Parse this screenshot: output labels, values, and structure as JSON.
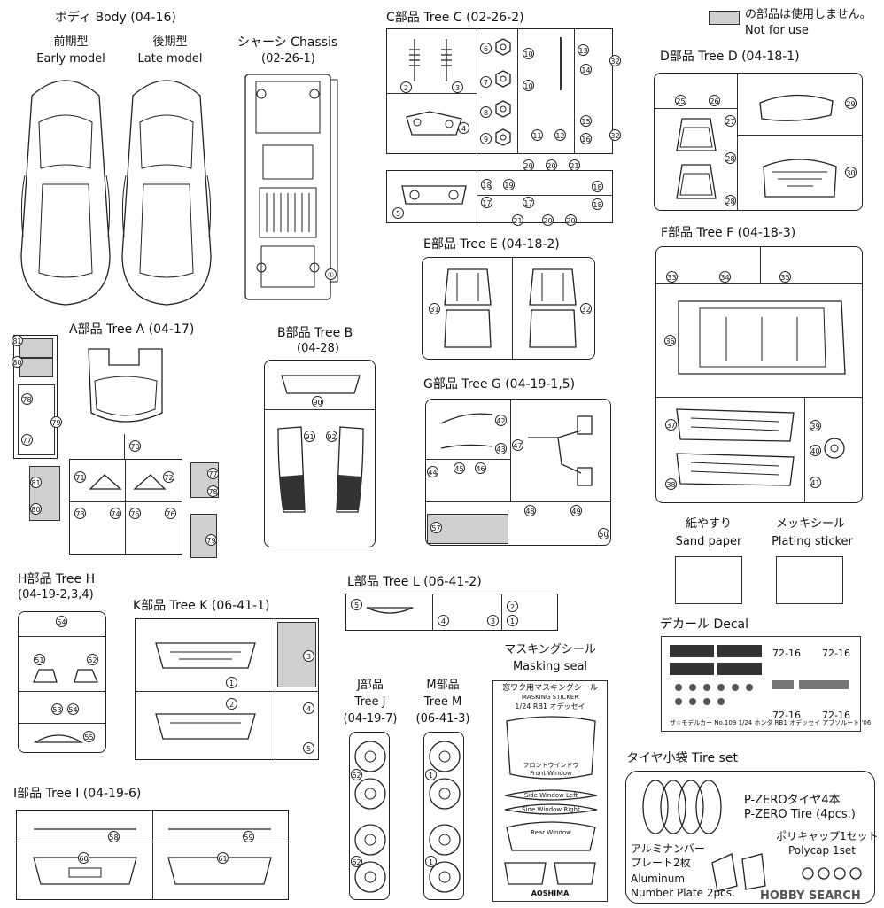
{
  "legend": {
    "line1": "の部品は使用しません。",
    "line2": "Not for use",
    "swatch": "#cccccc"
  },
  "body": {
    "title": "ボディ Body (04-16)",
    "early_jp": "前期型",
    "early_en": "Early model",
    "late_jp": "後期型",
    "late_en": "Late model"
  },
  "chassis": {
    "title": "シャーシ Chassis",
    "code": "(02-26-1)",
    "part": "①"
  },
  "treeA": {
    "title": "A部品 Tree A (04-17)"
  },
  "treeB": {
    "title": "B部品 Tree B",
    "code": "(04-28)"
  },
  "treeC": {
    "title": "C部品 Tree C (02-26-2)"
  },
  "treeD": {
    "title": "D部品 Tree D (04-18-1)"
  },
  "treeE": {
    "title": "E部品 Tree E (04-18-2)"
  },
  "treeF": {
    "title": "F部品 Tree F (04-18-3)"
  },
  "treeG": {
    "title": "G部品 Tree G (04-19-1,5)"
  },
  "treeH": {
    "title": "H部品 Tree H",
    "code": "(04-19-2,3,4)"
  },
  "treeI": {
    "title": "I部品 Tree I (04-19-6)"
  },
  "treeJ": {
    "title": "J部品",
    "title2": "Tree J",
    "code": "(04-19-7)"
  },
  "treeK": {
    "title": "K部品 Tree K (06-41-1)"
  },
  "treeL": {
    "title": "L部品 Tree L (06-41-2)"
  },
  "treeM": {
    "title": "M部品",
    "title2": "Tree M",
    "code": "(06-41-3)"
  },
  "sandpaper": {
    "jp": "紙やすり",
    "en": "Sand paper"
  },
  "plating": {
    "jp": "メッキシール",
    "en": "Plating sticker"
  },
  "decal": {
    "title": "デカール Decal",
    "plate1": "72-16",
    "plate2": "72-16",
    "plate3": "72-16",
    "plate4": "72-16",
    "footer": "ザ☆モデルカー No.109 1/24 ホンダ RB1 オデッセイ アブソルート '06"
  },
  "masking": {
    "jp": "マスキングシール",
    "en": "Masking seal",
    "sheet_jp": "窓ワク用マスキングシール",
    "sheet_en": "MASKING STICKER",
    "sheet_model": "1/24 RB1 オデッセイ",
    "front": "フロントウインドウ",
    "front_en": "Front Window",
    "side_l": "Side Window Left",
    "side_r": "Side Window Right",
    "rear": "Rear Window",
    "brand": "AOSHIMA"
  },
  "tire": {
    "title": "タイヤ小袋 Tire set",
    "tire_jp": "P-ZEROタイヤ4本",
    "tire_en": "P-ZERO Tire (4pcs.)",
    "poly_jp": "ポリキャップ1セット",
    "poly_en": "Polycap 1set",
    "plate_jp1": "アルミナンバー",
    "plate_jp2": "プレート2枚",
    "plate_en1": "Aluminum",
    "plate_en2": "Number Plate 2pcs."
  },
  "watermark": "HOBBY SEARCH"
}
